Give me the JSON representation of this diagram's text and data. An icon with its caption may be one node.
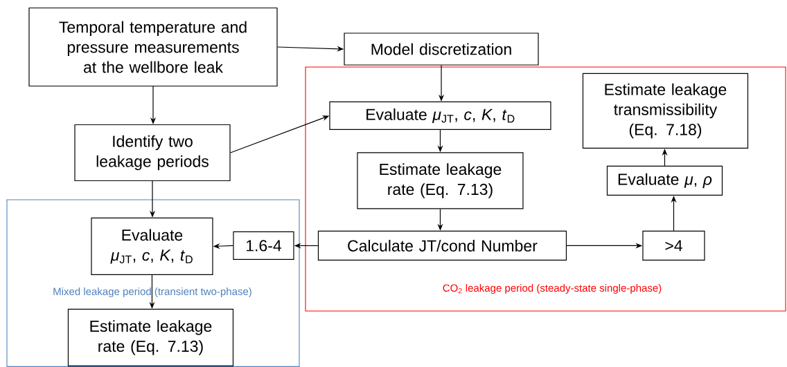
{
  "diagram": {
    "nodes": [
      {
        "text": [
          "Temporal temperature and pressure measurements at the wellbore leak"
        ]
      },
      {
        "text": [
          "Model discretization"
        ]
      },
      {
        "text": [
          "CO$_{2}$ leakage period (steady-state single-phase)"
        ]
      },
      {
        "text": [
          "Evaluate *μ*$_{JT}$, *c*, *K*, *t*$_{D}$"
        ],
        "in": 2
      },
      {
        "text": [
          "Estimate leakage transmissibility (Eq. 7.18)"
        ],
        "in": 2
      },
      {
        "text": [
          "Identify two leakage periods"
        ]
      },
      {
        "text": [
          "Estimate leakage rate (Eq. 7.13)"
        ],
        "in": 2
      },
      {
        "text": [
          "Evaluate *μ*, *ρ*"
        ],
        "in": 2
      },
      {
        "text": [
          "Mixed leakage period (transient two-phase)"
        ]
      },
      {
        "text": [
          "Evaluate *μ*$_{JT}$, *c*, *K*, *t*$_{D}$"
        ],
        "in": 8
      },
      {
        "text": [
          "1.6-4"
        ],
        "in": 8
      },
      {
        "text": [
          "Calculate JT/cond Number"
        ],
        "in": 2
      },
      {
        "text": [
          ">4"
        ],
        "in": 2
      },
      {
        "text": [
          "Estimate leakage rate (Eq. 7.13)"
        ],
        "in": 8
      }
    ],
    "edges": [
      {
        "from": 0,
        "to": 1,
        "arrow": "to"
      },
      {
        "from": 0,
        "to": 5,
        "arrow": "to"
      },
      {
        "from": 5,
        "to": 3,
        "arrow": "to"
      },
      {
        "from": 1,
        "to": 3,
        "arrow": "to"
      },
      {
        "from": 3,
        "to": 6,
        "arrow": "to"
      },
      {
        "from": 6,
        "to": 11,
        "arrow": "to"
      },
      {
        "from": 11,
        "to": 10,
        "arrow": "to"
      },
      {
        "from": 10,
        "to": 9,
        "arrow": "to"
      },
      {
        "from": 11,
        "to": 12,
        "arrow": "to"
      },
      {
        "from": 12,
        "to": 7,
        "arrow": "to"
      },
      {
        "from": 7,
        "to": 4,
        "arrow": "to"
      },
      {
        "from": 5,
        "to": 9,
        "arrow": "to"
      },
      {
        "from": 9,
        "to": 13,
        "arrow": "to"
      }
    ]
  }
}
